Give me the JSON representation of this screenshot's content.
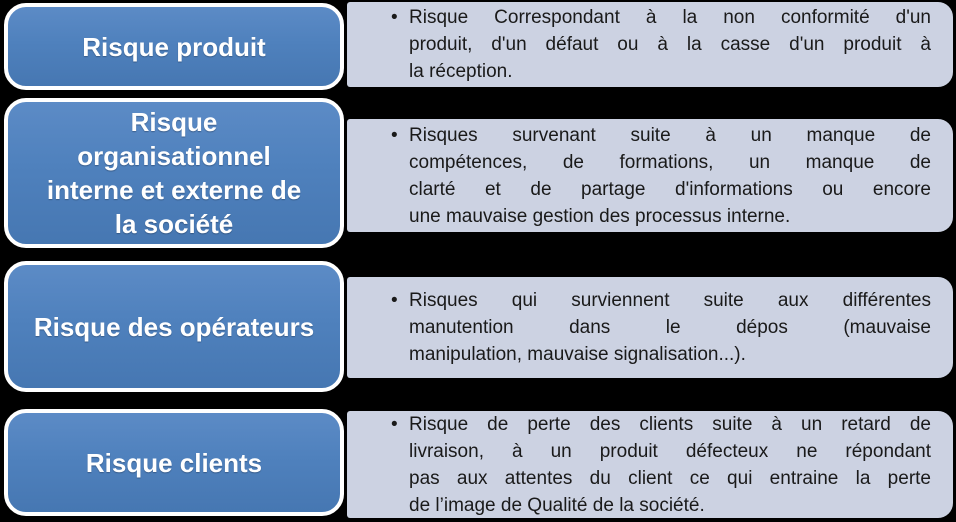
{
  "diagram": {
    "type": "smartart-vertical-bullet-list",
    "background_color": "#000000",
    "category_fill_color": "#4F81BD",
    "category_border_color": "#FFFFFF",
    "panel_fill_color": "#CCD2E2",
    "title_text_color": "#FFFFFF",
    "body_text_color": "#1A1A1A",
    "bullet_glyph": "•"
  },
  "rows": [
    {
      "title": "Risque produit",
      "description": "Risque Correspondant à la non conformité d'un\nproduit, d'un défaut ou à la casse d'un produit à\nla réception."
    },
    {
      "title": "Risque\norganisationnel\ninterne et externe de\nla société",
      "description": "Risques survenant suite à un manque de\ncompétences, de formations, un manque de\nclarté et de partage d'informations ou encore\nune mauvaise gestion des processus interne."
    },
    {
      "title": "Risque des opérateurs",
      "description": "Risques qui surviennent suite aux différentes\nmanutention dans le dépos (mauvaise\nmanipulation, mauvaise signalisation...)."
    },
    {
      "title": "Risque clients",
      "description": "Risque de perte des clients suite à un retard de\nlivraison, à un produit défecteux ne répondant\npas aux attentes du client ce qui entraine la perte\nde l’image de Qualité de la société."
    }
  ]
}
